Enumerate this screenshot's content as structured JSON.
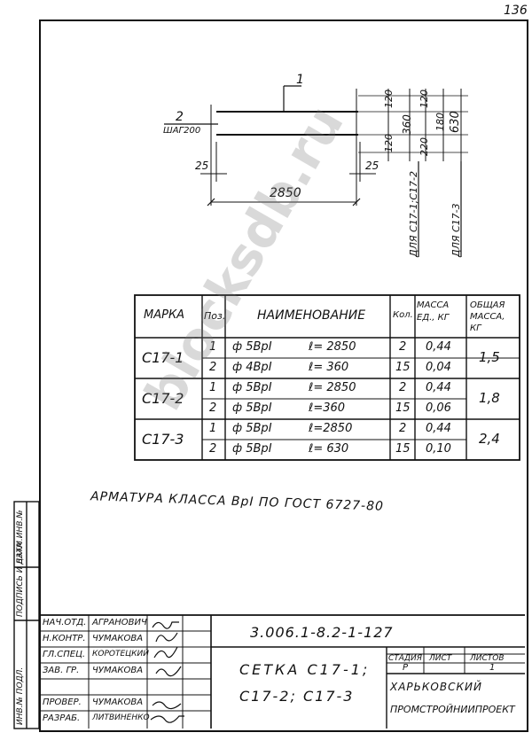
{
  "page_number": "136",
  "drawing": {
    "pos1": "1",
    "pos2": "2",
    "step_label": "ШАГ200",
    "dim_length": "2850",
    "dim_left_overhang": "25",
    "dim_right_overhang": "25",
    "dims_c17_1_2": [
      "120",
      "120",
      "360",
      "120"
    ],
    "dims_c17_3": [
      "120",
      "120",
      "630",
      "180",
      "220"
    ],
    "label_c17_1_2": "ДЛЯ С17-1;С17-2",
    "label_c17_3": "ДЛЯ С17-3"
  },
  "spec_table": {
    "headers": {
      "mark": "МАРКА",
      "pos": "Поз.",
      "name": "НАИМЕНОВАНИЕ",
      "qty": "Кол.",
      "unit_mass": "МАССА ЕД., КГ",
      "total_mass": "ОБЩАЯ МАССА, КГ"
    },
    "groups": [
      {
        "mark": "С17-1",
        "total": "1,5",
        "rows": [
          {
            "pos": "1",
            "name": "ф 5ВрI",
            "length": "ℓ= 2850",
            "qty": "2",
            "mass": "0,44"
          },
          {
            "pos": "2",
            "name": "ф 4ВрI",
            "length": "ℓ= 360",
            "qty": "15",
            "mass": "0,04"
          }
        ]
      },
      {
        "mark": "С17-2",
        "total": "1,8",
        "rows": [
          {
            "pos": "1",
            "name": "ф 5ВрI",
            "length": "ℓ= 2850",
            "qty": "2",
            "mass": "0,44"
          },
          {
            "pos": "2",
            "name": "ф 5ВрI",
            "length": "ℓ=360",
            "qty": "15",
            "mass": "0,06"
          }
        ]
      },
      {
        "mark": "С17-3",
        "total": "2,4",
        "rows": [
          {
            "pos": "1",
            "name": "ф 5ВрI",
            "length": "ℓ=2850",
            "qty": "2",
            "mass": "0,44"
          },
          {
            "pos": "2",
            "name": "ф 5ВрI",
            "length": "ℓ= 630",
            "qty": "15",
            "mass": "0,10"
          }
        ]
      }
    ]
  },
  "note": "АРМАТУРА КЛАССА ВрI ПО ГОСТ 6727-80",
  "watermark": "blocksdb.ru",
  "side_stamp": [
    "ИНВ.№ ПОДЛ.",
    "ПОДПИСЬ И ДАТА",
    "ВЗАМ.ИНВ.№"
  ],
  "title_block": {
    "doc_code": "3.006.1-8.2-1-127",
    "title": [
      "СЕТКА С17-1;",
      "С17-2; С17-3"
    ],
    "roles": [
      {
        "role": "НАЧ.ОТД.",
        "name": "АГРАНОВИЧ"
      },
      {
        "role": "Н.КОНТР.",
        "name": "ЧУМАКОВА"
      },
      {
        "role": "ГЛ.СПЕЦ.",
        "name": "КОРОТЕЦКИЙ"
      },
      {
        "role": "ЗАВ. ГР.",
        "name": "ЧУМАКОВА"
      },
      {
        "role": "",
        "name": ""
      },
      {
        "role": "ПРОВЕР.",
        "name": "ЧУМАКОВА"
      },
      {
        "role": "РАЗРАБ.",
        "name": "ЛИТВИНЕНКО"
      }
    ],
    "stage_label": "СТАДИЯ",
    "sheet_label": "ЛИСТ",
    "sheets_label": "ЛИСТОВ",
    "stage": "Р",
    "sheet": "",
    "sheets": "1",
    "org": [
      "ХАРЬКОВСКИЙ",
      "ПРОМСТРОЙНИИПРОЕКТ"
    ]
  }
}
